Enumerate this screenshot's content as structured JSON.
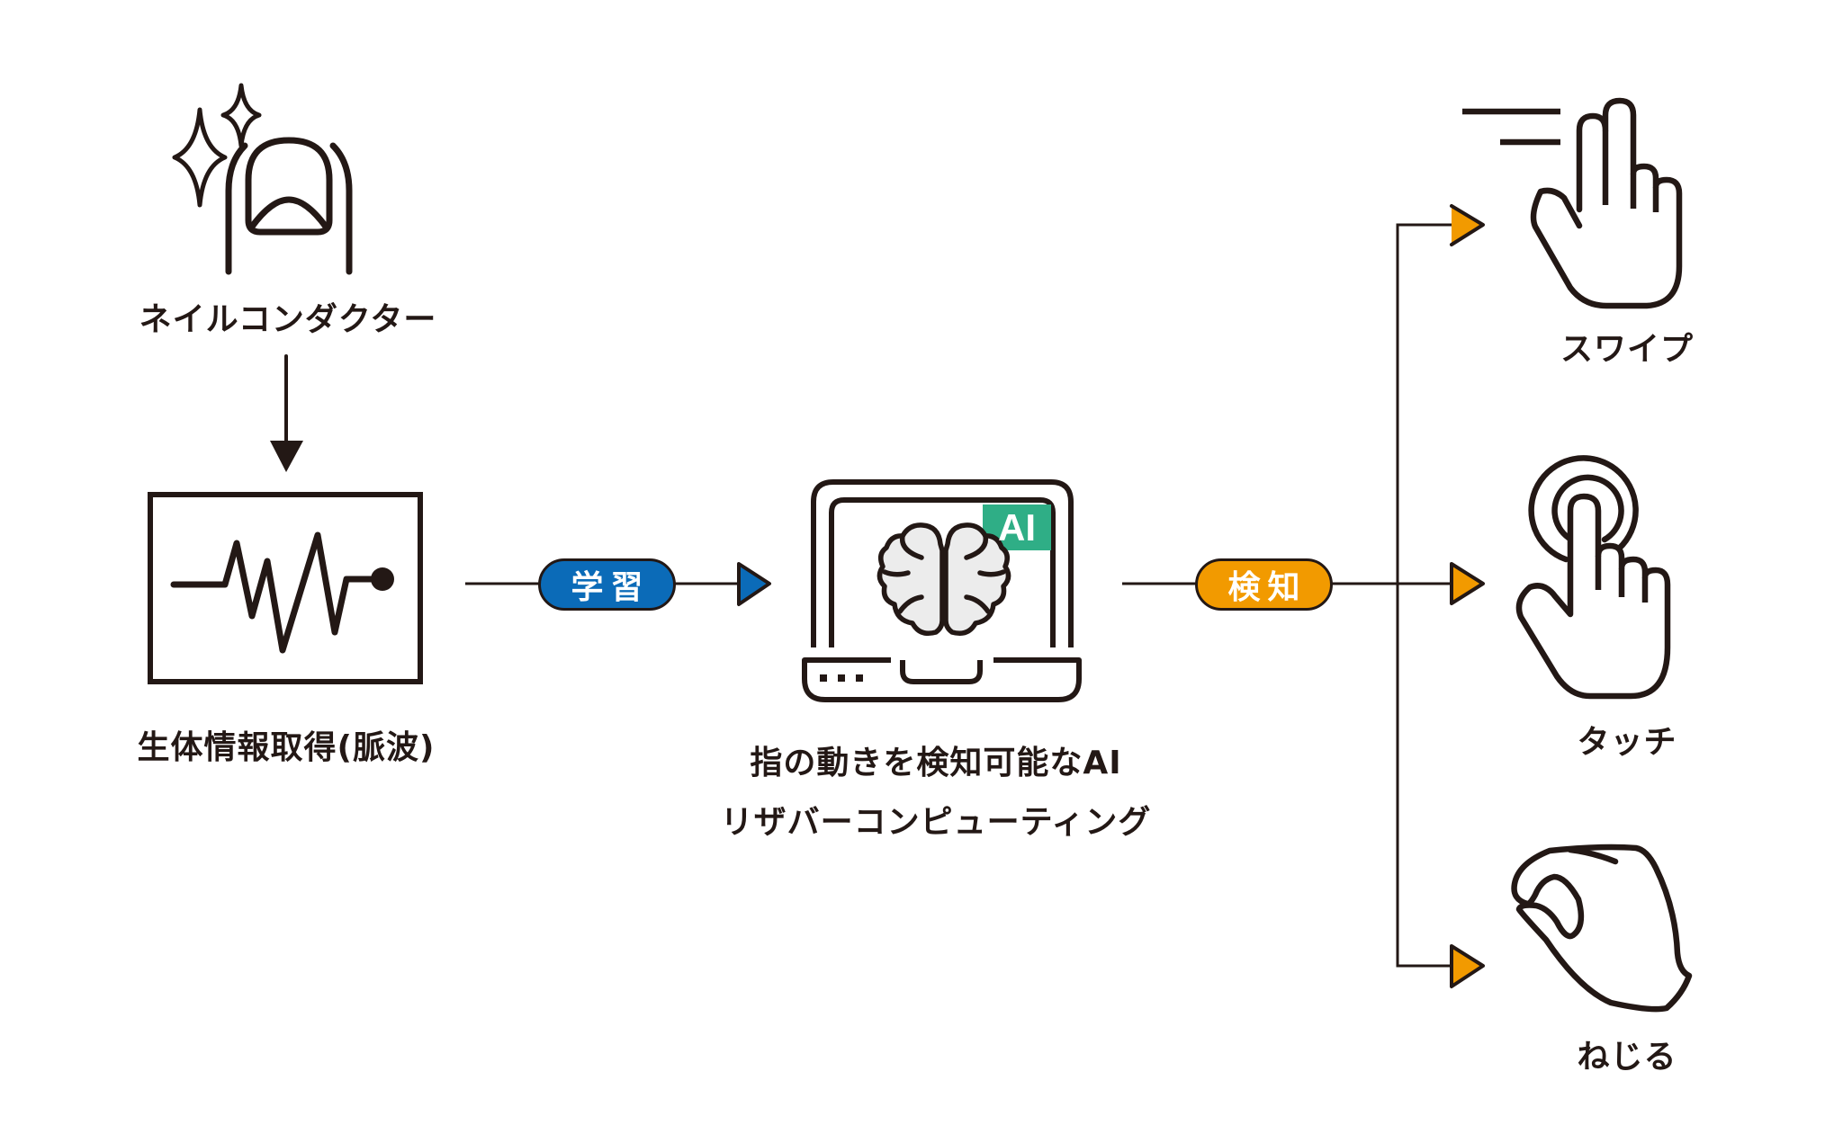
{
  "colors": {
    "ink": "#231815",
    "learn_blue": "#0b6bb8",
    "detect_orange": "#f29a00",
    "ai_green": "#2fae86",
    "brain_fill": "#ececec"
  },
  "nodes": {
    "nail_conductor": {
      "label": "ネイルコンダクター",
      "icon": "fingernail-sparkle-icon"
    },
    "biosignal": {
      "label": "生体情報取得(脈波)",
      "icon": "pulse-wave-monitor-icon"
    },
    "ai": {
      "line1": "指の動きを検知可能なAI",
      "line2": "リザバーコンピューティング",
      "badge": "AI",
      "icon": "laptop-brain-icon"
    }
  },
  "edges": {
    "learn": {
      "label": "学習"
    },
    "detect": {
      "label": "検知"
    }
  },
  "gestures": [
    {
      "label": "スワイプ",
      "icon": "swipe-hand-icon"
    },
    {
      "label": "タッチ",
      "icon": "touch-hand-icon"
    },
    {
      "label": "ねじる",
      "icon": "twist-hand-icon"
    }
  ]
}
